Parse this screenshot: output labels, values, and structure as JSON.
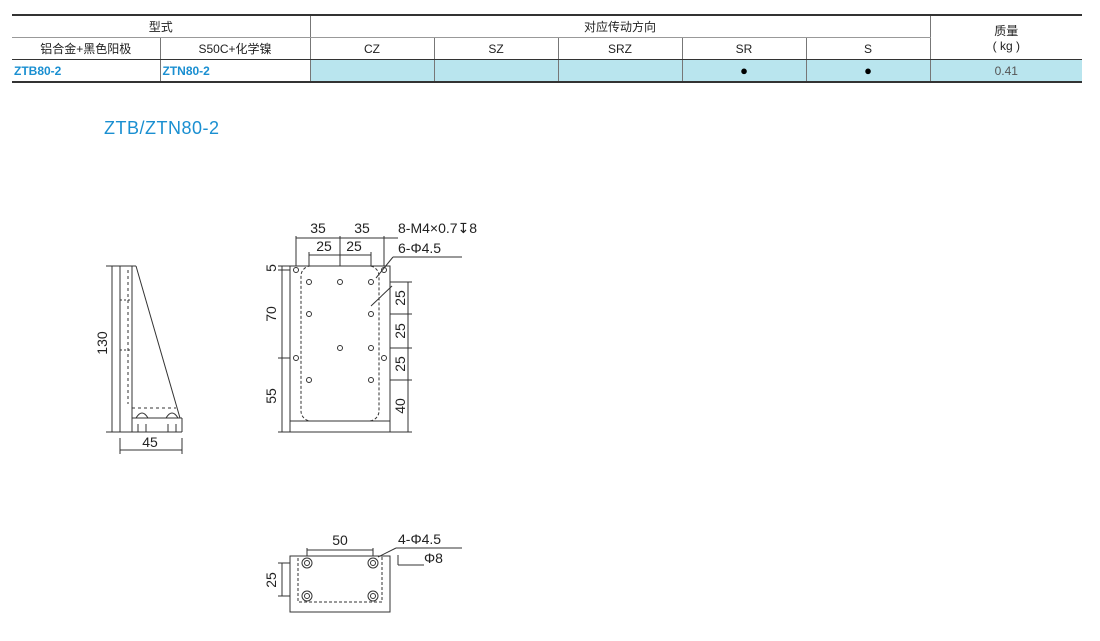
{
  "table": {
    "h_type": "型式",
    "h_direction": "对应传动方向",
    "h_mass": "质量",
    "h_mass_unit": "( kg )",
    "sub_alu": "铝合金+黑色阳极",
    "sub_s50c": "S50C+化学镍",
    "dirs": [
      "CZ",
      "SZ",
      "SRZ",
      "SR",
      "S"
    ],
    "row": {
      "alu_code": "ZTB80-2",
      "s50c_code": "ZTN80-2",
      "marks": [
        "",
        "",
        "",
        "●",
        "●"
      ],
      "mass": "0.41"
    }
  },
  "drawing_title": "ZTB/ZTN80-2",
  "side_view": {
    "height": "130",
    "width": "45"
  },
  "front_view": {
    "top_left": "35",
    "top_right": "35",
    "inner_left": "25",
    "inner_right": "25",
    "thread_note": "8-M4×0.7↧8",
    "hole_note": "6-Φ4.5",
    "left_5": "5",
    "left_70": "70",
    "left_55": "55",
    "right_25a": "25",
    "right_25b": "25",
    "right_25c": "25",
    "right_40": "40"
  },
  "bottom_view": {
    "width": "50",
    "height": "25",
    "hole_note": "4-Φ4.5",
    "cbore_note": "Φ8"
  }
}
